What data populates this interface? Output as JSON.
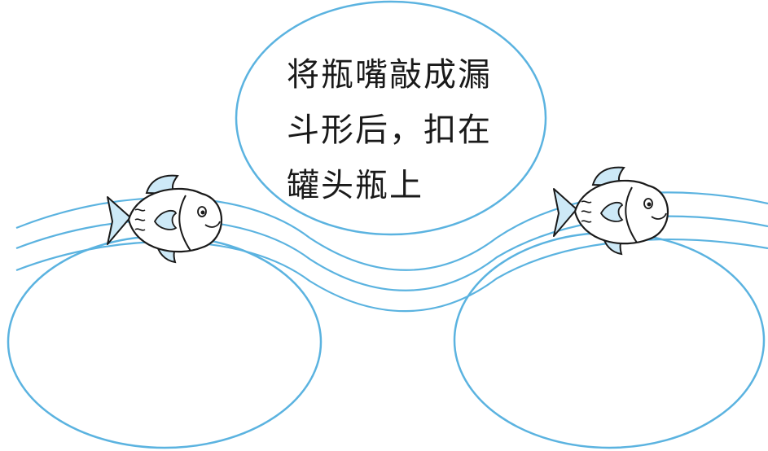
{
  "top_bubble": {
    "lines": [
      "将瓶嘴敲成漏",
      "斗形后，扣在",
      "罐头瓶上"
    ]
  },
  "left_bubble": {
    "text": ""
  },
  "right_bubble": {
    "text": ""
  },
  "colors": {
    "outline": "#5bb3e0",
    "fin_fill": "#cde9f7",
    "ink": "#1a1a1a"
  },
  "icons": [
    "fish-icon",
    "fish-icon"
  ]
}
